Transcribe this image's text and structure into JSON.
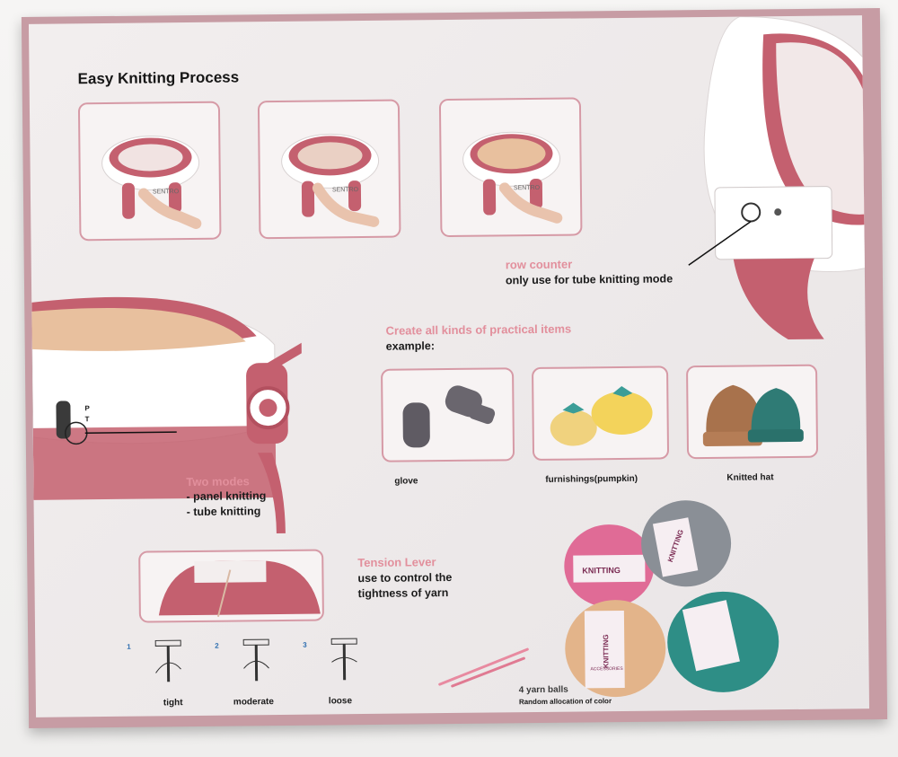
{
  "headline": "Easy Knitting Process",
  "row_counter": {
    "title": "row counter",
    "note": "only use for tube knitting mode"
  },
  "create": {
    "title": "Create all kinds of practical items",
    "example": "example:"
  },
  "items": [
    {
      "label": "glove",
      "icon": "glove-icon"
    },
    {
      "label": "furnishings(pumpkin)",
      "icon": "pumpkin-icon"
    },
    {
      "label": "Knitted hat",
      "icon": "hat-icon"
    }
  ],
  "modes": {
    "title": "Two modes",
    "lines": [
      "- panel knitting",
      "- tube knitting"
    ]
  },
  "tension": {
    "title": "Tension Lever",
    "lines": [
      "use to control the",
      "tightness of yarn"
    ],
    "settings": [
      {
        "num": "1",
        "label": "tight"
      },
      {
        "num": "2",
        "label": "moderate"
      },
      {
        "num": "3",
        "label": "loose"
      }
    ]
  },
  "yarn": {
    "title": "4 yarn balls",
    "note": "Random allocation of color",
    "band_text": "KNITTING",
    "band_sub": "ACCESSORIES"
  },
  "machine": {
    "brand": "SENTRO",
    "switch_marks": [
      "P",
      "T"
    ]
  },
  "colors": {
    "accent_pink": "#e28f9c",
    "machine_pink": "#c4606f",
    "yarn_knit": "#e8c09e",
    "frame": "#d69aa6"
  }
}
